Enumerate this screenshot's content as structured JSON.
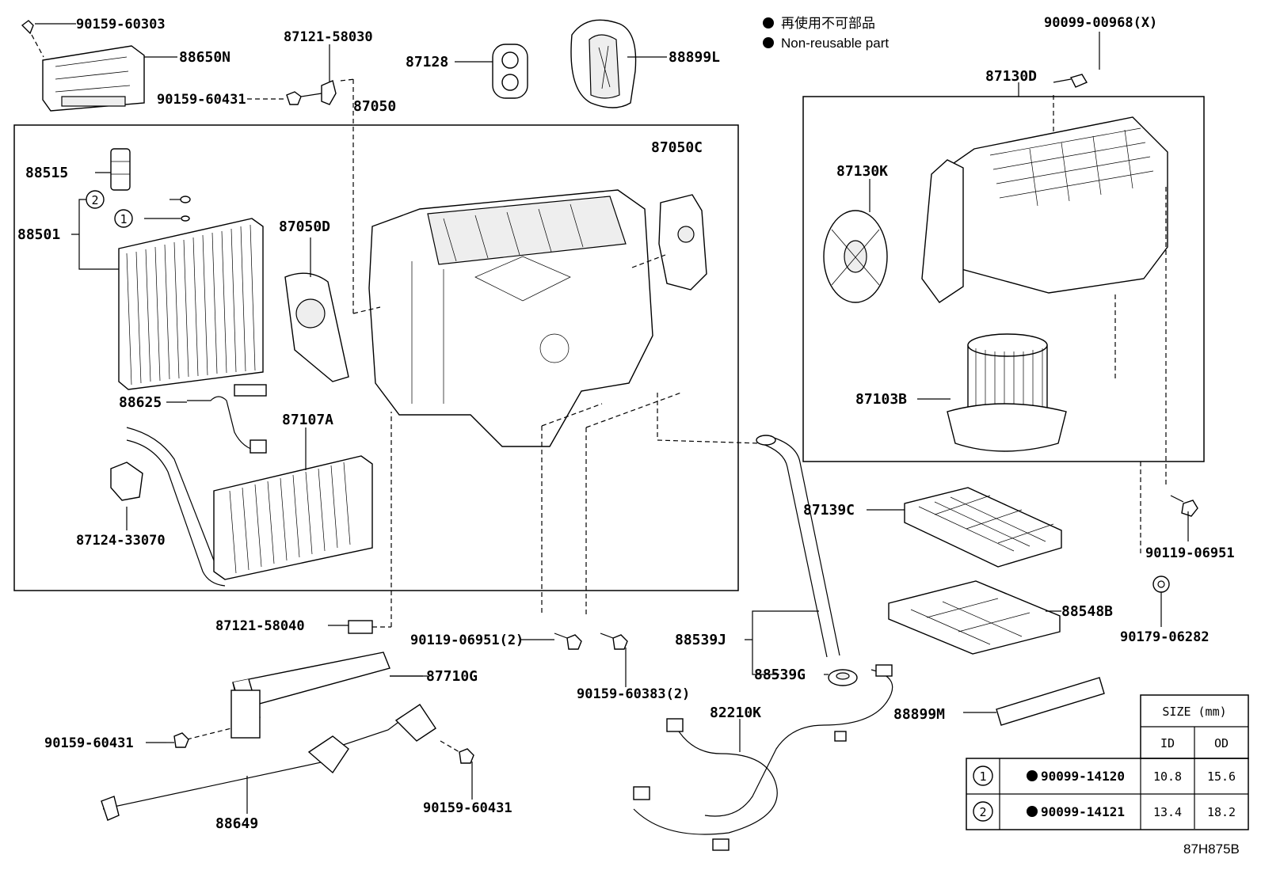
{
  "legend": {
    "jp": "再使用不可部品",
    "en": "Non-reusable part"
  },
  "illustration_code": "87H875B",
  "parts": {
    "p90159_60303": "90159-60303",
    "p88650N": "88650N",
    "p87121_58030": "87121-58030",
    "p90159_60431_a": "90159-60431",
    "p87128": "87128",
    "p88899L": "88899L",
    "p90099_00968X": "90099-00968(X)",
    "p87050": "87050",
    "p87130D": "87130D",
    "p87050C": "87050C",
    "p88515": "88515",
    "p88501": "88501",
    "p87050D": "87050D",
    "p87130K": "87130K",
    "p87103B": "87103B",
    "p88625": "88625",
    "p87107A": "87107A",
    "p87124_33070": "87124-33070",
    "p87139C": "87139C",
    "p90119_06951_r": "90119-06951",
    "p87121_58040": "87121-58040",
    "p90119_06951_2": "90119-06951(2)",
    "p88539J": "88539J",
    "p88548B": "88548B",
    "p90179_06282": "90179-06282",
    "p88539G": "88539G",
    "p87710G": "87710G",
    "p90159_60383_2": "90159-60383(2)",
    "p82210K": "82210K",
    "p88899M": "88899M",
    "p90159_60431_b": "90159-60431",
    "p88649": "88649",
    "p90159_60431_c": "90159-60431"
  },
  "callouts": {
    "c1": "1",
    "c2": "2"
  },
  "size_table": {
    "header": "SIZE (mm)",
    "col_id": "ID",
    "col_od": "OD",
    "rows": [
      {
        "ref": "1",
        "part": "90099-14120",
        "id": "10.8",
        "od": "15.6"
      },
      {
        "ref": "2",
        "part": "90099-14121",
        "id": "13.4",
        "od": "18.2"
      }
    ]
  }
}
